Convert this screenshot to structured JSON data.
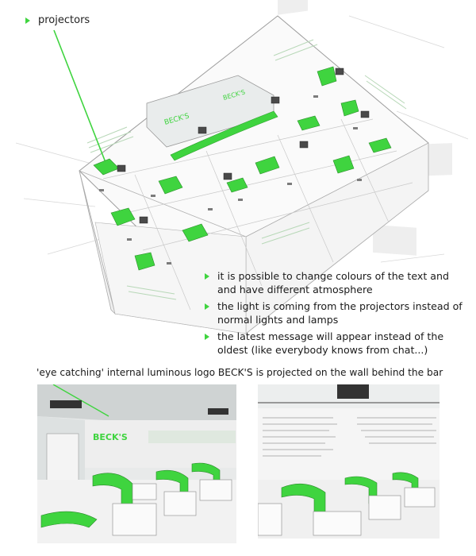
{
  "labels": {
    "projectors": "projectors"
  },
  "notes": [
    "it is possible to change colours of the text and and have different atmosphere",
    "the light is coming from the projectors instead of normal lights and lamps",
    "the latest message will appear instead of the oldest (like everybody knows from chat...)"
  ],
  "caption": "'eye catching' internal luminous logo BECK'S is projected on the wall behind the bar",
  "logo": "BECK'S",
  "colors": {
    "accent": "#3fd43f",
    "text": "#222222"
  },
  "icons": [
    "bullet-triangle-icon",
    "projector-icon"
  ]
}
